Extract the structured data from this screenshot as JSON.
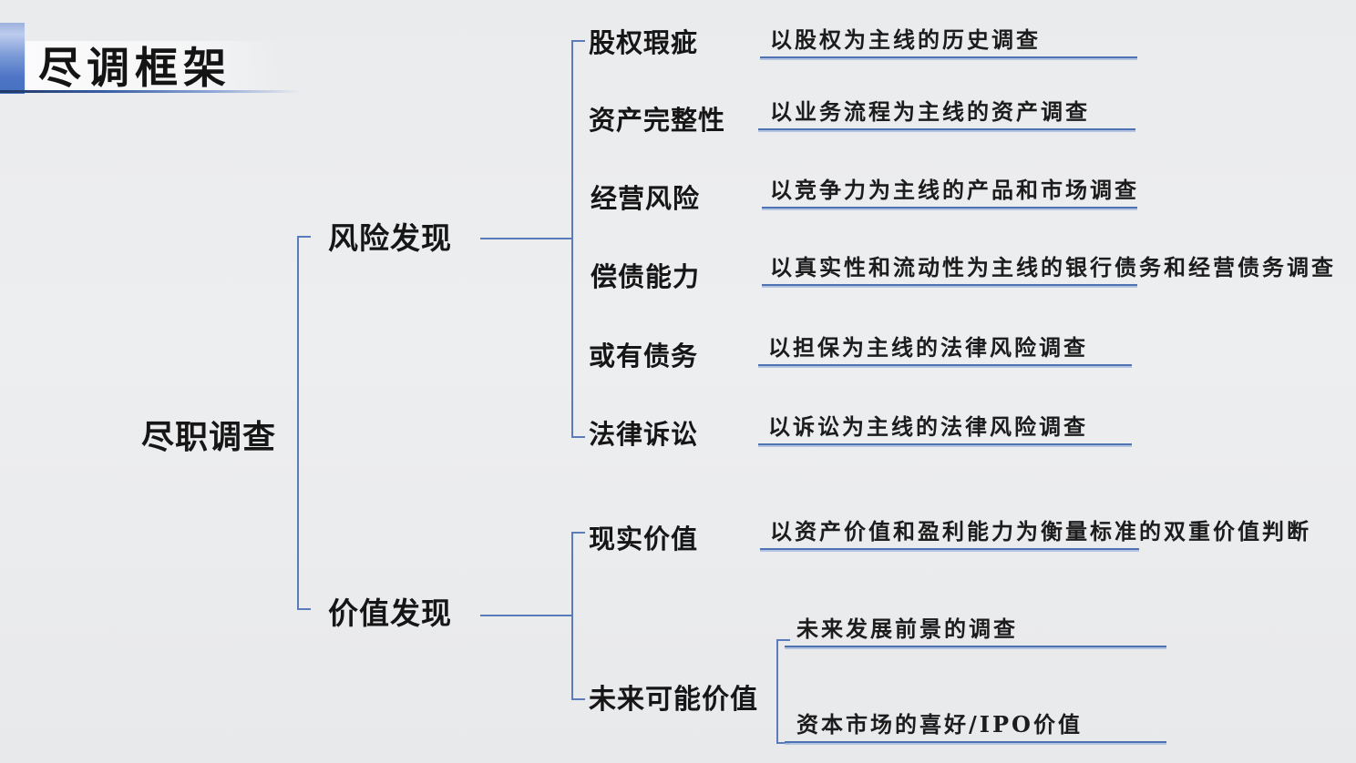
{
  "title": "尽调框架",
  "tree": {
    "root": "尽职调查",
    "branches": [
      {
        "label": "风险发现",
        "children": [
          {
            "label": "股权瑕疵",
            "desc": "以股权为主线的历史调查"
          },
          {
            "label": "资产完整性",
            "desc": "以业务流程为主线的资产调查"
          },
          {
            "label": "经营风险",
            "desc": "以竞争力为主线的产品和市场调查"
          },
          {
            "label": "偿债能力",
            "desc": "以真实性和流动性为主线的银行债务和经营债务调查"
          },
          {
            "label": "或有债务",
            "desc": "以担保为主线的法律风险调查"
          },
          {
            "label": "法律诉讼",
            "desc": "以诉讼为主线的法律风险调查"
          }
        ]
      },
      {
        "label": "价值发现",
        "children": [
          {
            "label": "现实价值",
            "desc": "以资产价值和盈利能力为衡量标准的双重价值判断"
          },
          {
            "label": "未来可能价值",
            "sub_items": [
              {
                "desc": "未来发展前景的调查"
              },
              {
                "desc": "资本市场的喜好/IPO价值"
              }
            ]
          }
        ]
      }
    ]
  },
  "colors": {
    "connector_blue": "#5b7cba",
    "underline_blue": "#4e73b2",
    "underline_shadow": "#aabcde",
    "accent_bar_blue": "#4470c0",
    "title_rule_navy": "#1f3864",
    "text_black": "#161616",
    "background_gray": "#ebecee"
  }
}
